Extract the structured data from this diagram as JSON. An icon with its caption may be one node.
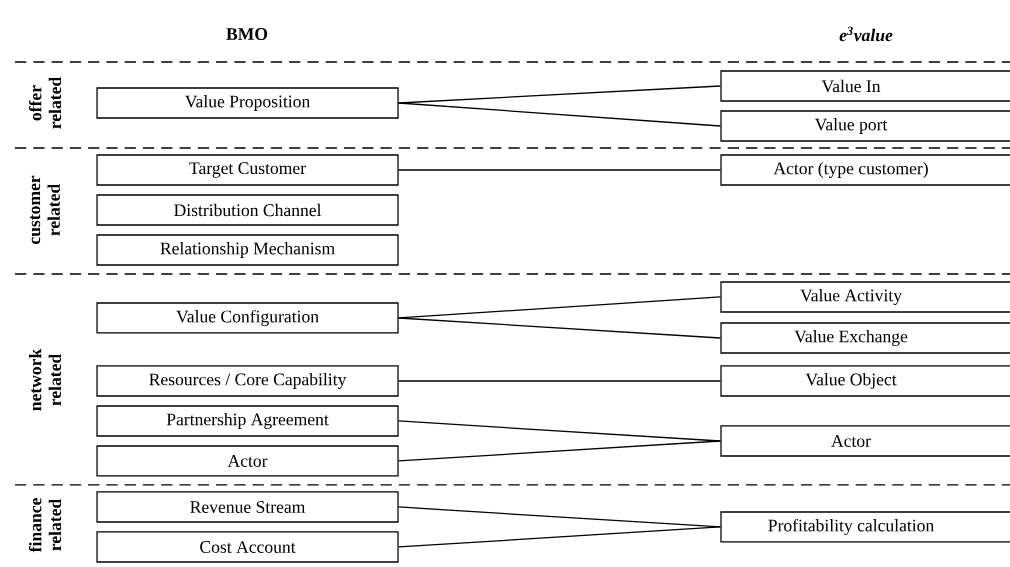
{
  "diagram": {
    "nodes": [
      {
        "text": [
          "Value Proposition"
        ]
      },
      {
        "text": [
          "Value In"
        ]
      },
      {
        "text": [
          "Value port"
        ]
      },
      {
        "text": [
          "Target Customer"
        ]
      },
      {
        "text": [
          "Actor (type customer)"
        ]
      },
      {
        "text": [
          "Distribution Channel"
        ]
      },
      {
        "text": [
          "Relationship Mechanism"
        ]
      },
      {
        "text": [
          "Value Configuration"
        ]
      },
      {
        "text": [
          "Value Activity"
        ]
      },
      {
        "text": [
          "Value Exchange"
        ]
      },
      {
        "text": [
          "Resources / Core Capability"
        ]
      },
      {
        "text": [
          "Value Object"
        ]
      },
      {
        "text": [
          "Partnership Agreement"
        ]
      },
      {
        "text": [
          "Actor"
        ]
      },
      {
        "text": [
          "Actor"
        ]
      },
      {
        "text": [
          "Revenue Stream"
        ]
      },
      {
        "text": [
          "Cost Account"
        ]
      },
      {
        "text": [
          "Profitability calculation"
        ]
      }
    ],
    "edges": [
      {
        "from": 0,
        "to": 1,
        "arrow": "none"
      },
      {
        "from": 0,
        "to": 2,
        "arrow": "none"
      },
      {
        "from": 3,
        "to": 4,
        "arrow": "none"
      },
      {
        "from": 7,
        "to": 8,
        "arrow": "none"
      },
      {
        "from": 7,
        "to": 9,
        "arrow": "none"
      },
      {
        "from": 10,
        "to": 11,
        "arrow": "none"
      },
      {
        "from": 12,
        "to": 14,
        "arrow": "none"
      },
      {
        "from": 13,
        "to": 14,
        "arrow": "none"
      },
      {
        "from": 15,
        "to": 17,
        "arrow": "none"
      },
      {
        "from": 16,
        "to": 17,
        "arrow": "none"
      }
    ],
    "labels": [
      "BMO",
      "e$^{3}$value",
      "offer related",
      "customer related",
      "network related",
      "finance related"
    ]
  }
}
